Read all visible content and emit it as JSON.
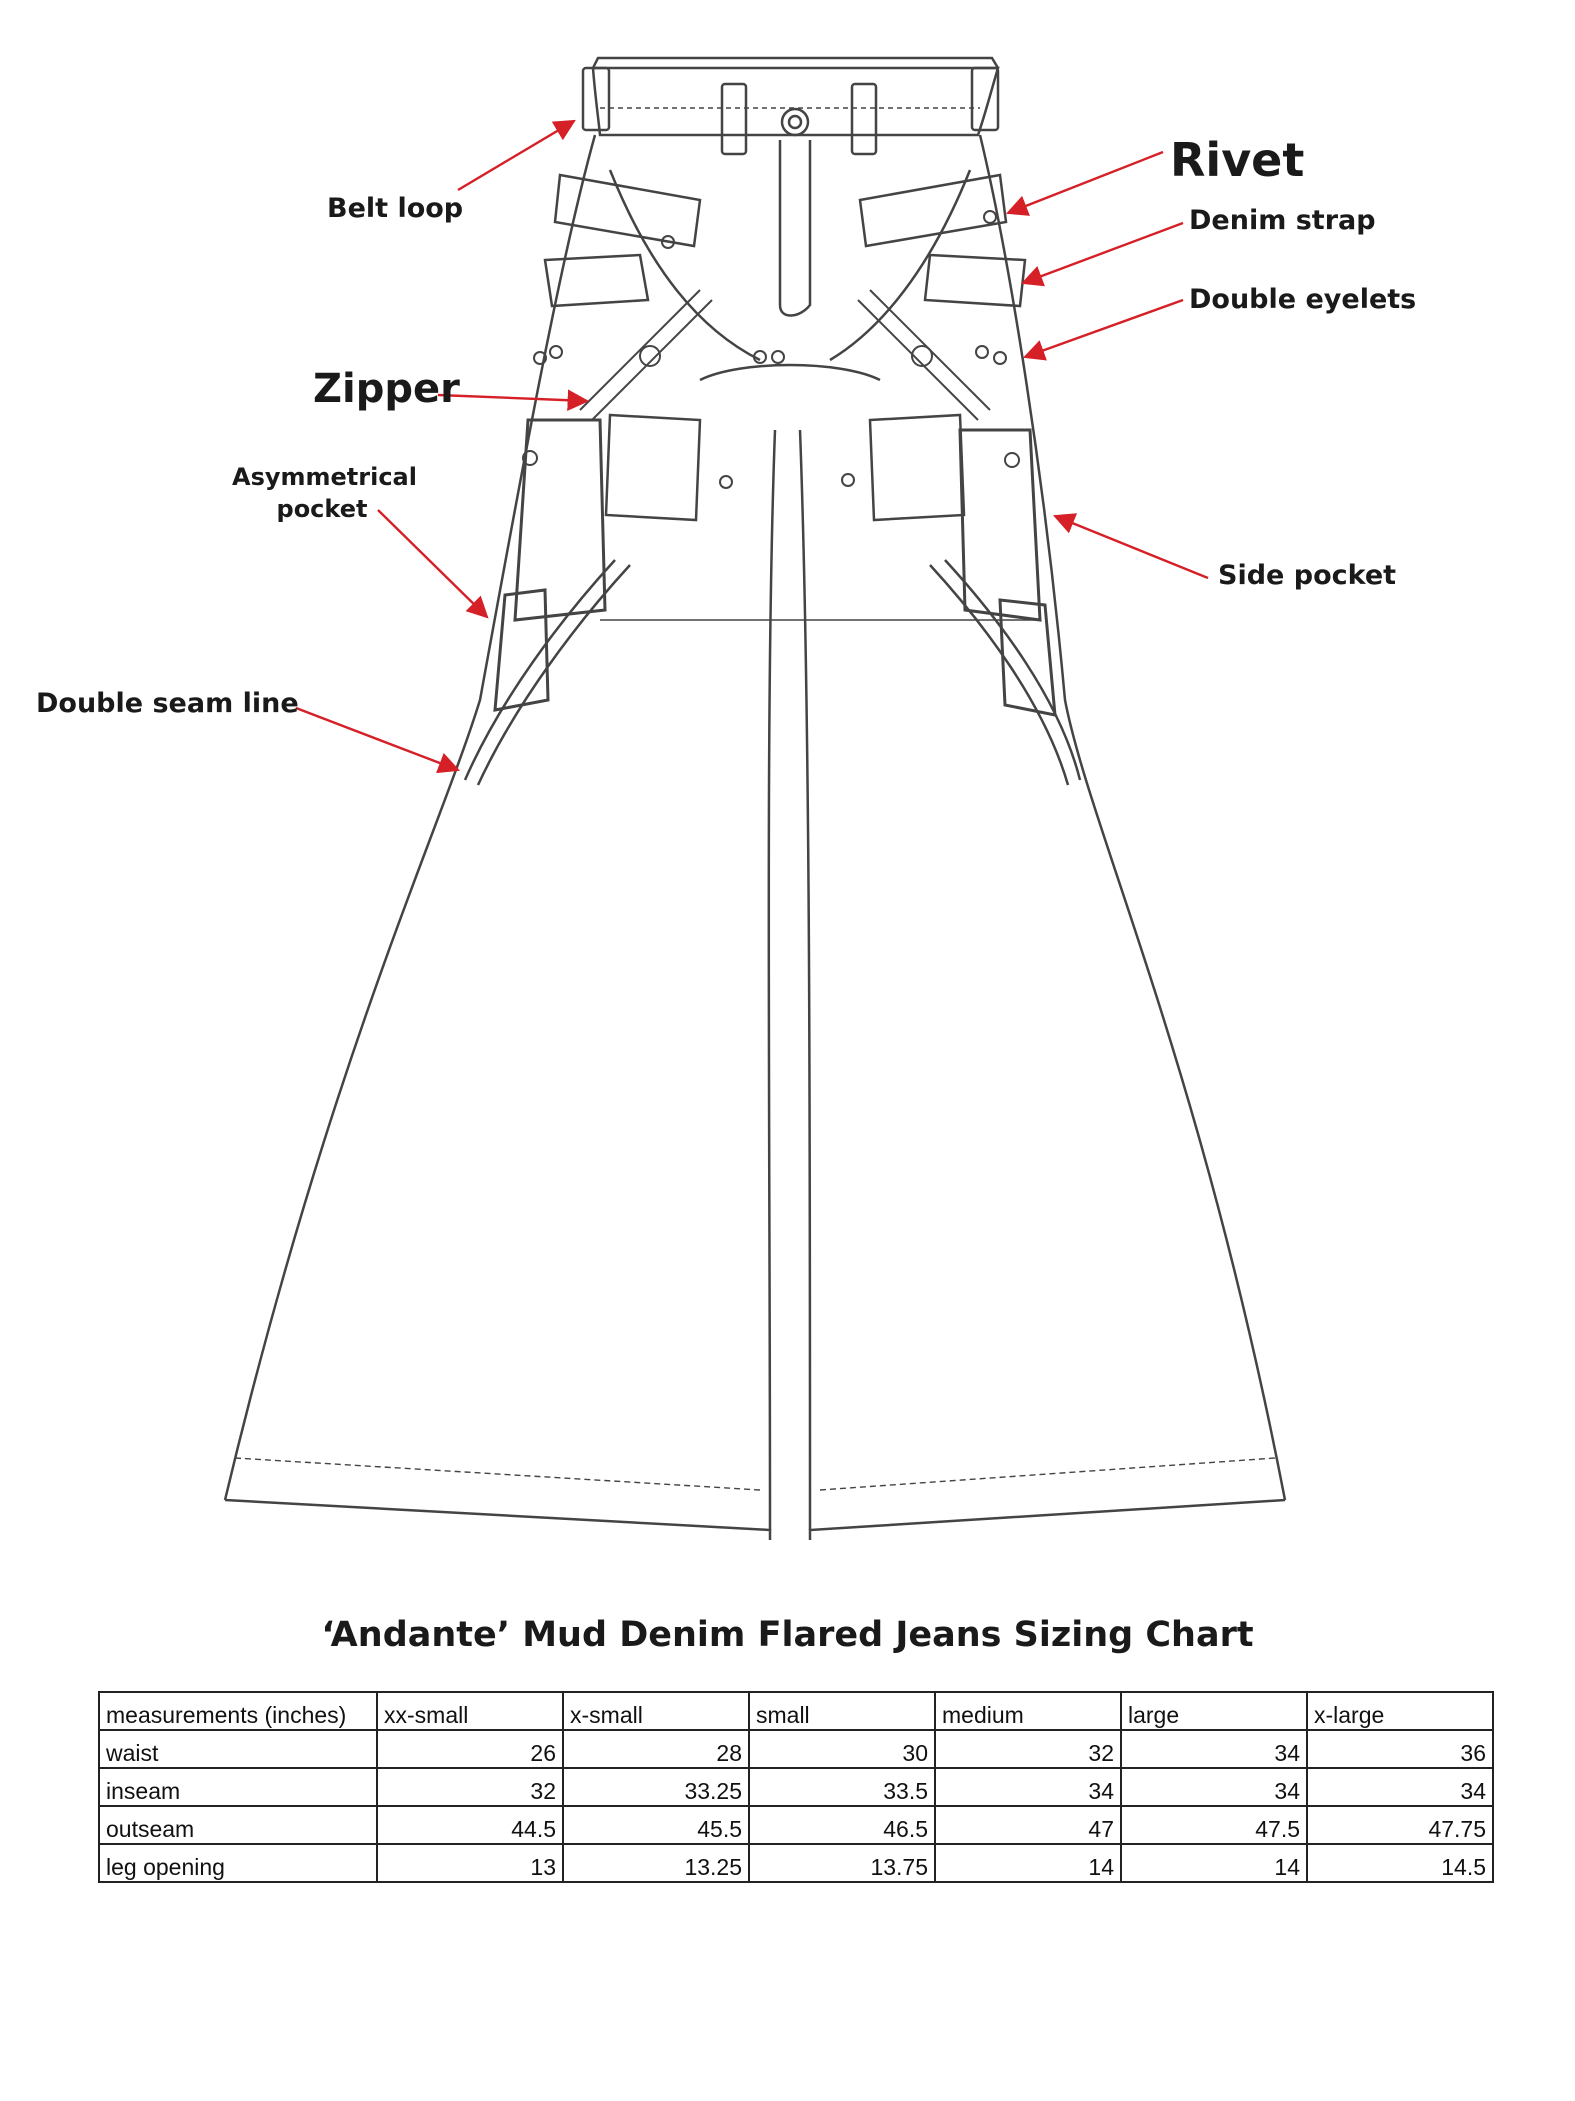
{
  "callouts": {
    "belt_loop": "Belt loop",
    "rivet": "Rivet",
    "denim_strap": "Denim strap",
    "double_eyelets": "Double eyelets",
    "zipper": "Zipper",
    "asymmetrical_pocket_line1": "Asymmetrical",
    "asymmetrical_pocket_line2": "pocket",
    "side_pocket": "Side pocket",
    "double_seam_line": "Double seam line"
  },
  "arrow_color": "#d62027",
  "sizing_chart": {
    "title": "‘Andante’ Mud Denim Flared Jeans Sizing Chart",
    "columns": [
      "measurements (inches)",
      "xx-small",
      "x-small",
      "small",
      "medium",
      "large",
      "x-large"
    ],
    "rows": [
      {
        "label": "waist",
        "values": [
          "26",
          "28",
          "30",
          "32",
          "34",
          "36"
        ]
      },
      {
        "label": "inseam",
        "values": [
          "32",
          "33.25",
          "33.5",
          "34",
          "34",
          "34"
        ]
      },
      {
        "label": "outseam",
        "values": [
          "44.5",
          "45.5",
          "46.5",
          "47",
          "47.5",
          "47.75"
        ]
      },
      {
        "label": "leg opening",
        "values": [
          "13",
          "13.25",
          "13.75",
          "14",
          "14",
          "14.5"
        ]
      }
    ]
  }
}
